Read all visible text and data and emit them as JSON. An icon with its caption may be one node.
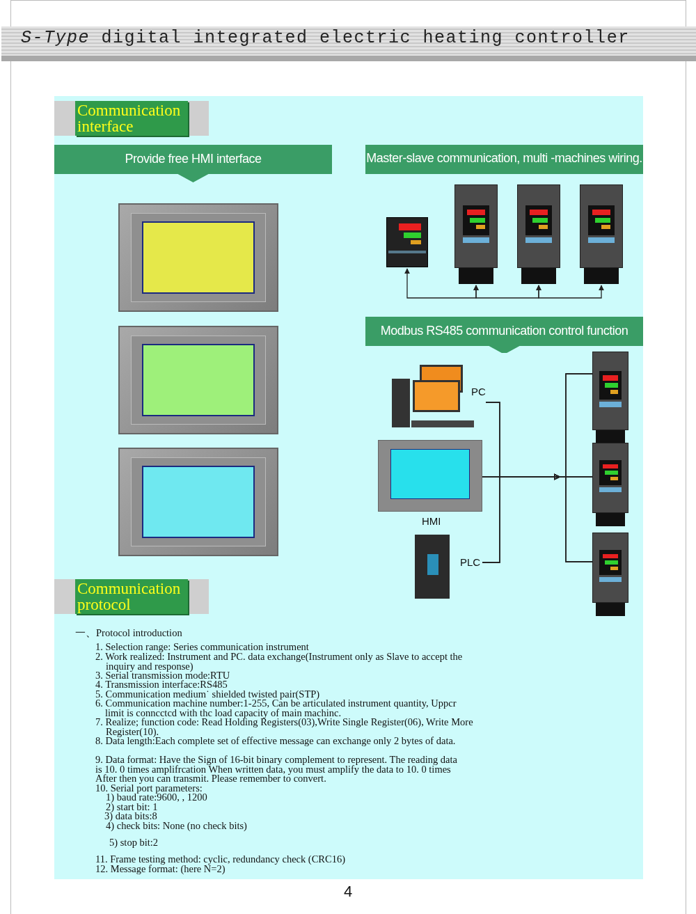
{
  "diagram": {
    "title": "*S-Type* digital integrated electric heating controller",
    "nodes": [
      {
        "text": [
          "Communication interface"
        ]
      },
      {
        "text": [
          "Provide free HMI interface"
        ]
      },
      {
        "text": [
          "Master-slave communication,  multi -machines wiring."
        ]
      },
      {
        "text": [],
        "shape": "picture"
      },
      {
        "text": [],
        "shape": "picture"
      },
      {
        "text": [],
        "shape": "picture"
      },
      {
        "text": [],
        "shape": "picture"
      },
      {
        "text": [
          "Modbus RS485 communication control function"
        ]
      },
      {
        "text": [
          "PC"
        ]
      },
      {
        "text": [],
        "shape": "picture",
        "beside": [
          "HMI"
        ]
      },
      {
        "text": [
          "PLC"
        ]
      },
      {
        "text": [],
        "shape": "picture"
      },
      {
        "text": [],
        "shape": "picture"
      },
      {
        "text": [],
        "shape": "picture"
      },
      {
        "text": [
          "Communication protocol"
        ]
      }
    ],
    "edges": [
      {
        "from": 3,
        "to": 4,
        "arrow": "both"
      },
      {
        "from": 4,
        "to": 5,
        "arrow": "both"
      },
      {
        "from": 5,
        "to": 6,
        "arrow": "both"
      },
      {
        "from": 8,
        "to": 11,
        "arrow": "to"
      },
      {
        "from": 8,
        "to": 12,
        "arrow": "to"
      },
      {
        "from": 8,
        "to": 13,
        "arrow": "to"
      },
      {
        "from": 9,
        "to": 11,
        "arrow": "to"
      },
      {
        "from": 9,
        "to": 12,
        "arrow": "to"
      },
      {
        "from": 9,
        "to": 13,
        "arrow": "to"
      },
      {
        "from": 10,
        "to": 11,
        "arrow": "to"
      },
      {
        "from": 10,
        "to": 12,
        "arrow": "to"
      },
      {
        "from": 10,
        "to": 13,
        "arrow": "to"
      }
    ],
    "labels": [
      "一、Protocol introduction",
      "1. Selection range: Series communication instrument",
      "2. Work realized: Instrument and PC. data exchange(Instrument only as Slave to accept the inquiry and response)",
      "3. Serial transmission mode:RTU",
      "4. Transmission interface:RS485",
      "5. Communication medium˙ shielded twisted pair(STP)",
      "6. Communication machine number:1-255, Can be articulated instrument quantity, Uppcr limit is conncctcd with thc load capacity of main machinc.",
      "7. Realize; function code: Read Holding Registers(03),Write Single Register(06), Write More Register(10).",
      "8. Data length:Each complete set of effective message can exchange only 2 bytes of data.",
      "9. Data format: Have the Sign of 16-bit binary complement to represent. The reading data is 10. 0 times amplifrcation When written data, you must amplify the data to 10. 0 times After then you can transmit. Please remember to convert.",
      "10. Serial port parameters:",
      "1) baud rate:9600, , 1200",
      "2) start bit: 1",
      "3) data bits:8",
      "4) check bits: None (no check bits)",
      "5) stop bit:2",
      "11. Frame testing method: cyclic, redundancy check (CRC16)",
      "12. Message format: (here N=2)",
      "4"
    ]
  }
}
